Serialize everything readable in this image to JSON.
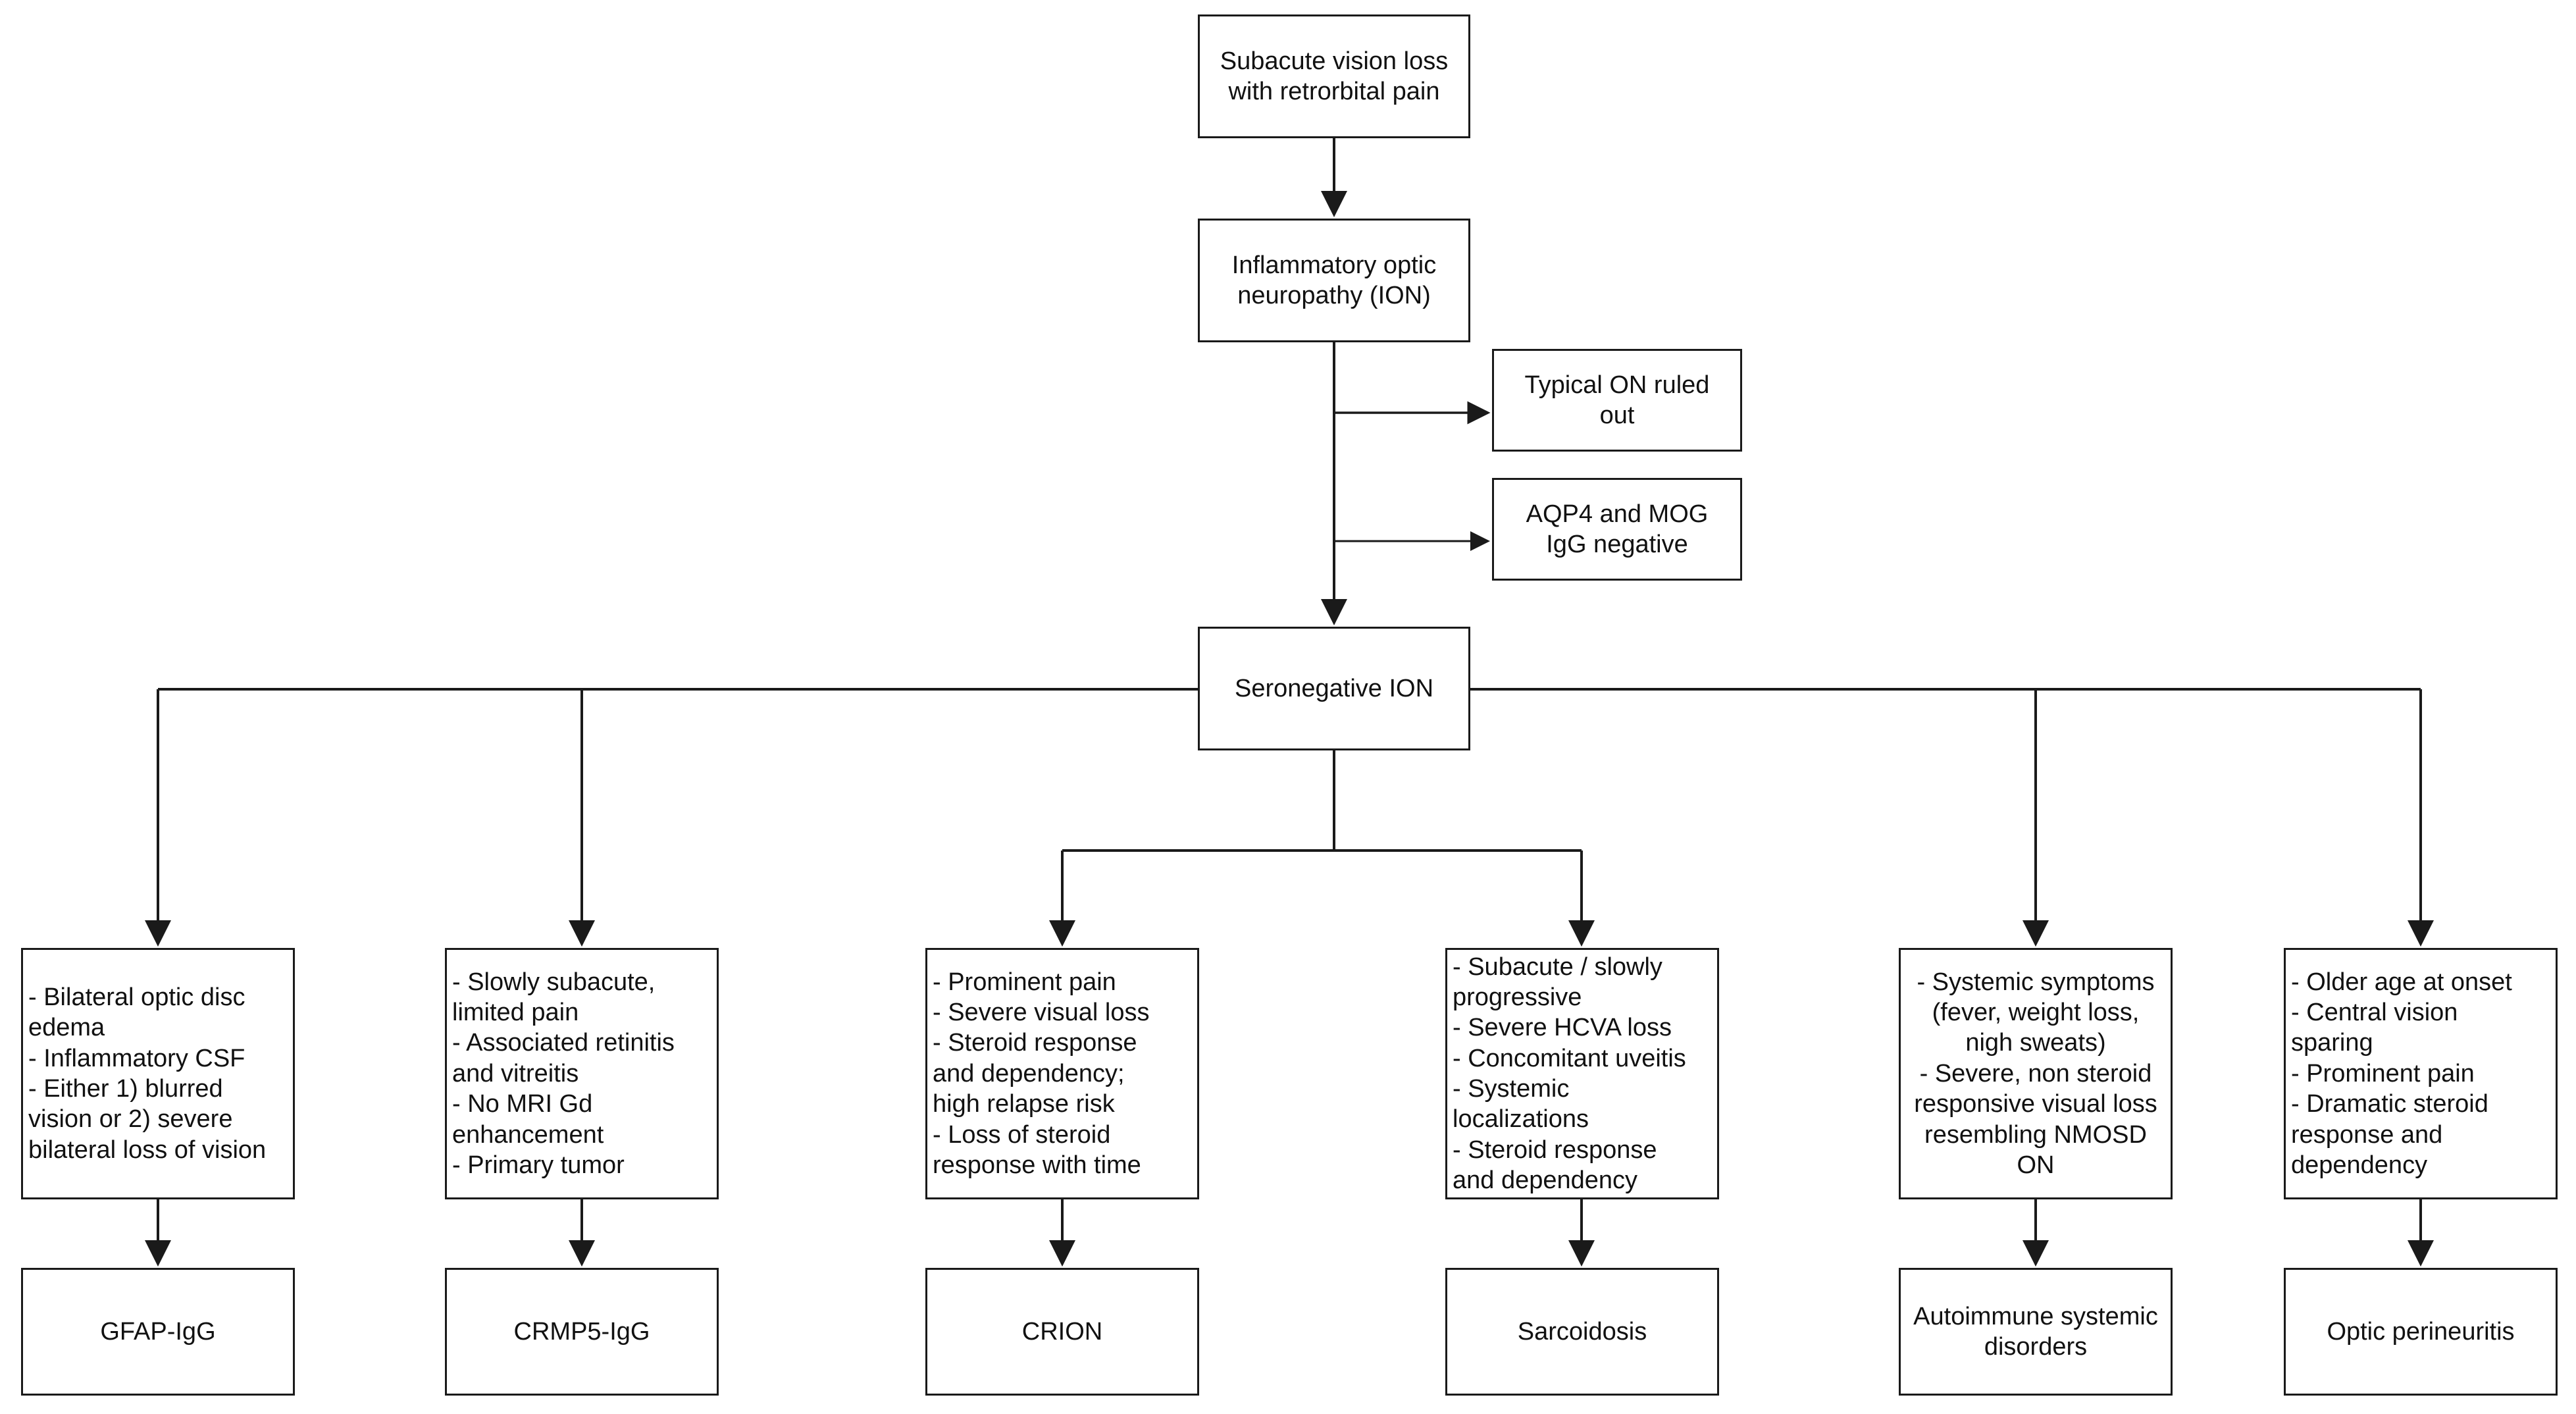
{
  "nodes": {
    "start": "Subacute vision loss\nwith retrorbital pain",
    "ion": "Inflammatory optic\nneuropathy (ION)",
    "typical_on": "Typical ON ruled\nout",
    "aqp4_mog": "AQP4 and MOG\nIgG negative",
    "seronegative": "Seronegative ION",
    "criteria_gfap": "- Bilateral optic disc\nedema\n- Inflammatory CSF\n- Either 1) blurred\nvision or 2) severe\nbilateral loss of vision",
    "criteria_crmp5": "- Slowly subacute,\nlimited pain\n- Associated retinitis\nand vitreitis\n- No MRI Gd\nenhancement\n- Primary tumor",
    "criteria_crion": "- Prominent pain\n- Severe visual loss\n- Steroid response\nand dependency;\nhigh relapse risk\n- Loss of steroid\nresponse with time",
    "criteria_sarcoidosis": "- Subacute / slowly\nprogressive\n- Severe HCVA loss\n- Concomitant uveitis\n- Systemic\nlocalizations\n- Steroid response\nand dependency",
    "criteria_autoimmune": "- Systemic symptoms\n(fever, weight loss,\nnigh sweats)\n- Severe, non steroid\nresponsive visual loss\nresembling NMOSD\nON",
    "criteria_perineuritis": "- Older age at onset\n- Central vision\nsparing\n- Prominent pain\n- Dramatic steroid\nresponse and\ndependency",
    "dx_gfap": "GFAP-IgG",
    "dx_crmp5": "CRMP5-IgG",
    "dx_crion": "CRION",
    "dx_sarcoidosis": "Sarcoidosis",
    "dx_autoimmune": "Autoimmune systemic\ndisorders",
    "dx_perineuritis": "Optic perineuritis"
  }
}
